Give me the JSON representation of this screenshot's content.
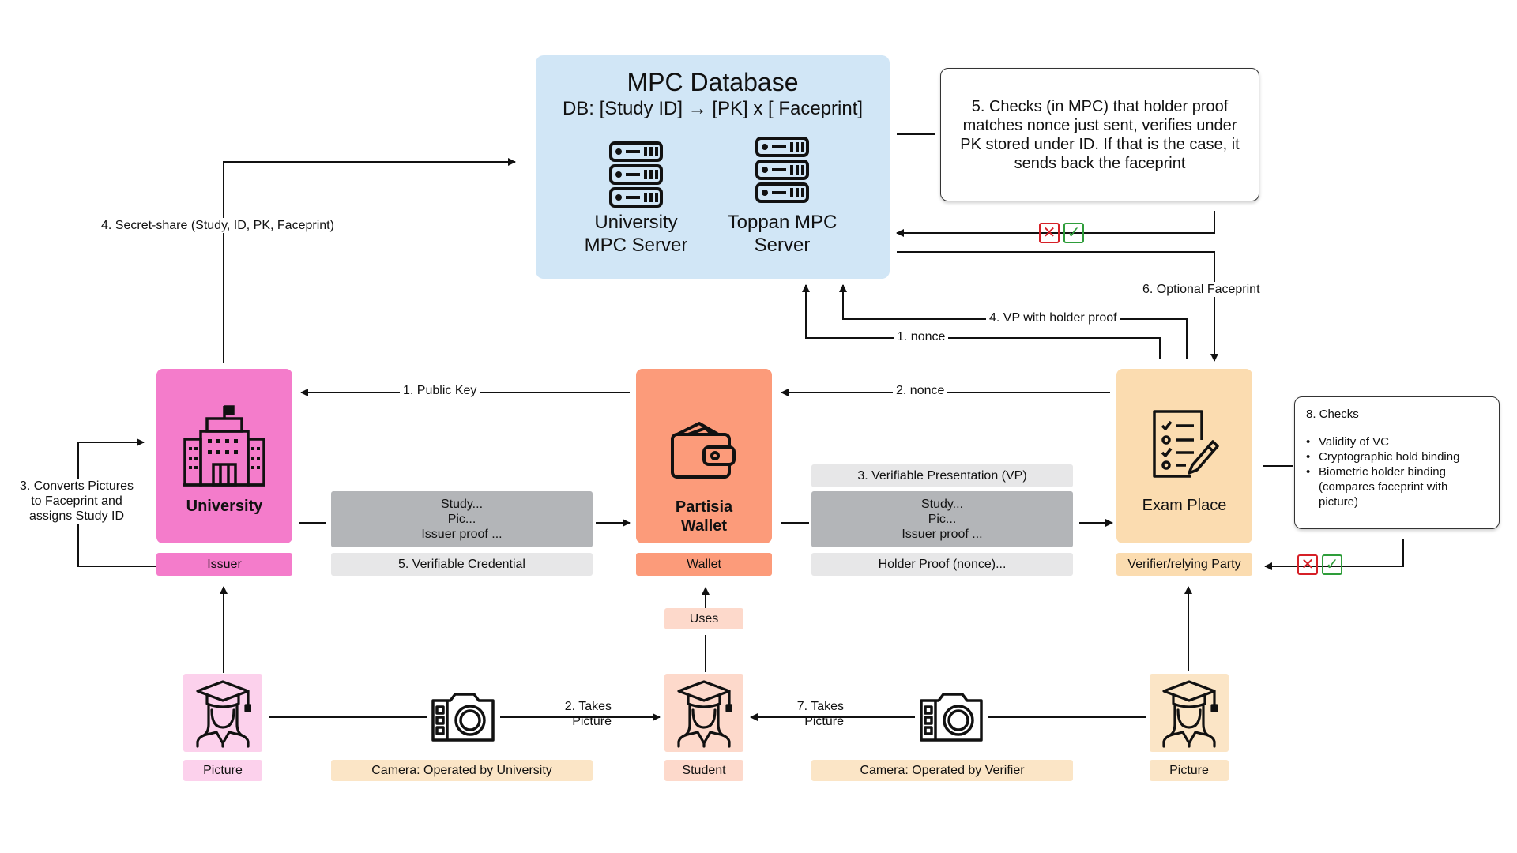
{
  "mpc": {
    "title": "MPC Database",
    "subtitle": "DB: [Study ID] → [PK] x [ Faceprint]",
    "server1": [
      "University",
      "MPC Server"
    ],
    "server2": [
      "Toppan MPC",
      "Server"
    ]
  },
  "note5": "5. Checks (in MPC) that holder proof matches nonce just sent, verifies under PK stored under ID. If that is the case, it sends back the faceprint",
  "note8": {
    "title": "8. Checks",
    "items": [
      "Validity of VC",
      "Cryptographic hold binding",
      "Biometric holder binding (compares faceprint with picture)"
    ]
  },
  "actors": {
    "university": {
      "name": "University",
      "tag": "Issuer",
      "color": "#f47ccb",
      "tag_color": "#f47ccb"
    },
    "wallet": {
      "name": [
        "Partisia",
        "Wallet"
      ],
      "tag": "Wallet",
      "color": "#fc9b7a",
      "tag_color": "#fc9b7a"
    },
    "exam": {
      "name": "Exam Place",
      "tag": "Verifier/relying Party",
      "color": "#fbdcb0",
      "tag_color": "#fbdcb0"
    }
  },
  "credential": {
    "lines": [
      "Study...",
      "Pic...",
      "Issuer proof ..."
    ],
    "caption": "5. Verifiable Credential"
  },
  "presentation": {
    "header": "3. Verifiable Presentation (VP)",
    "lines": [
      "Study...",
      "Pic...",
      "Issuer proof ..."
    ],
    "caption": "Holder Proof (nonce)..."
  },
  "edges": {
    "secret_share": "4. Secret-share (Study, ID, PK, Faceprint)",
    "public_key": "1. Public Key",
    "nonce2": "2. nonce",
    "nonce1": "1. nonce",
    "vp_proof": "4. VP with holder proof",
    "optional_faceprint": "6. Optional Faceprint",
    "converts": [
      "3. Converts Pictures",
      "to Faceprint and",
      "assigns Study ID"
    ],
    "takes1": [
      "2. Takes",
      "Picture"
    ],
    "takes7": [
      "7. Takes",
      "Picture"
    ],
    "uses": "Uses"
  },
  "bottom": {
    "picture_left": "Picture",
    "camera_uni": "Camera: Operated by University",
    "student": "Student",
    "camera_ver": "Camera: Operated by Verifier",
    "picture_right": "Picture"
  },
  "colors": {
    "mpc_bg": "#d1e6f6",
    "gray_box": "#b3b5b8",
    "light_gray": "#e7e7e8",
    "pink_light": "#fcd1ec",
    "salmon_light": "#fdd9cb",
    "beige": "#fbe5c6",
    "reject": "#d62027",
    "accept": "#2e9d3a"
  },
  "icons": [
    "database-server-icon",
    "building-icon",
    "wallet-icon",
    "checklist-icon",
    "graduate-icon",
    "camera-icon",
    "cross-mark-icon",
    "check-mark-icon"
  ]
}
